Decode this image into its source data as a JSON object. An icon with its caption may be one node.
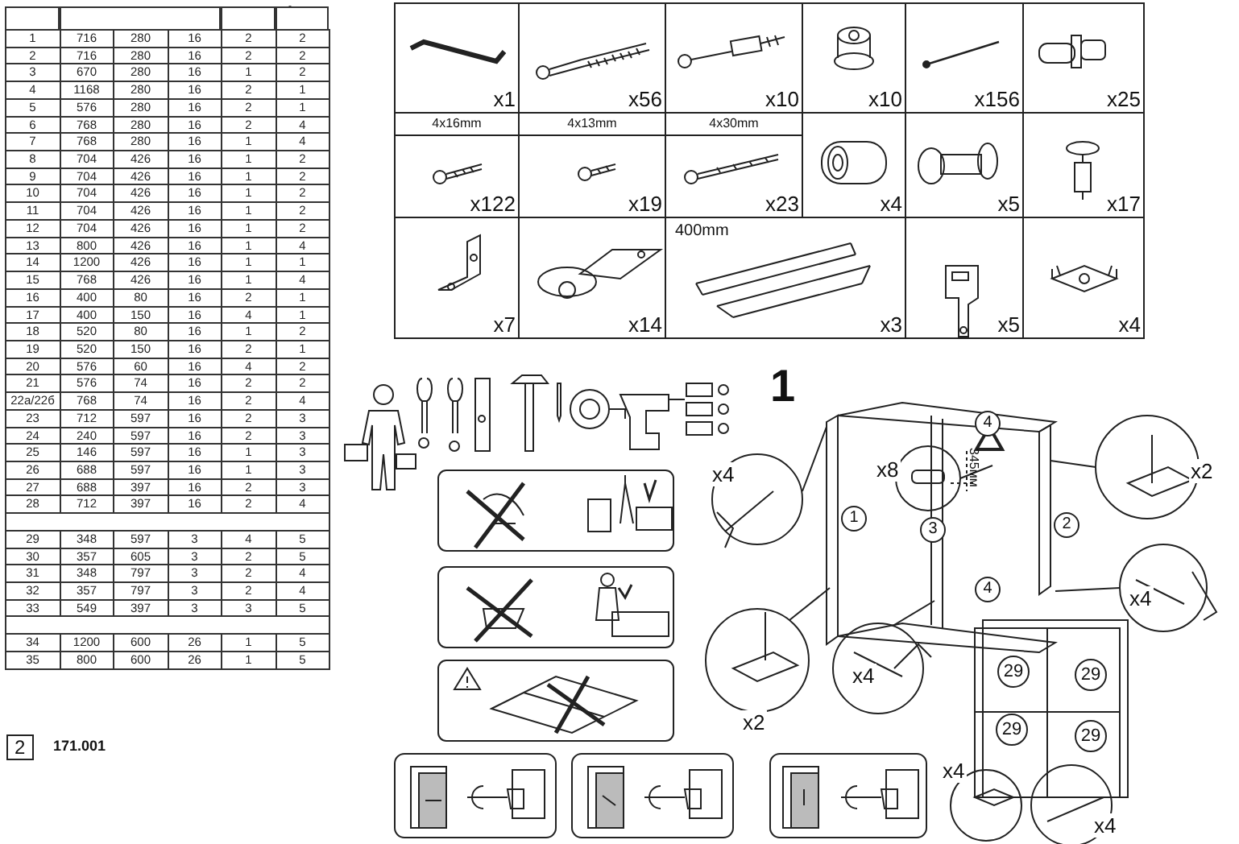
{
  "diagram": {
    "labels": [
      "1",
      "716",
      "280",
      "16",
      "2",
      "2",
      "2",
      "716",
      "280",
      "16",
      "2",
      "2",
      "3",
      "670",
      "280",
      "16",
      "1",
      "2",
      "4",
      "1168",
      "280",
      "16",
      "2",
      "1",
      "5",
      "576",
      "280",
      "16",
      "2",
      "1",
      "6",
      "768",
      "280",
      "16",
      "2",
      "4",
      "7",
      "768",
      "280",
      "16",
      "1",
      "4",
      "8",
      "704",
      "426",
      "16",
      "1",
      "2",
      "9",
      "704",
      "426",
      "16",
      "1",
      "2",
      "10",
      "704",
      "426",
      "16",
      "1",
      "2",
      "11",
      "704",
      "426",
      "16",
      "1",
      "2",
      "12",
      "704",
      "426",
      "16",
      "1",
      "2",
      "13",
      "800",
      "426",
      "16",
      "1",
      "4",
      "14",
      "1200",
      "426",
      "16",
      "1",
      "1",
      "15",
      "768",
      "426",
      "16",
      "1",
      "4",
      "16",
      "400",
      "80",
      "16",
      "2",
      "1",
      "17",
      "400",
      "150",
      "16",
      "4",
      "1",
      "18",
      "520",
      "80",
      "16",
      "1",
      "2",
      "19",
      "520",
      "150",
      "16",
      "2",
      "1",
      "20",
      "576",
      "60",
      "16",
      "4",
      "2",
      "21",
      "576",
      "74",
      "16",
      "2",
      "2",
      "22а/22б",
      "768",
      "74",
      "16",
      "2",
      "4",
      "23",
      "712",
      "597",
      "16",
      "2",
      "3",
      "24",
      "240",
      "597",
      "16",
      "2",
      "3",
      "25",
      "146",
      "597",
      "16",
      "1",
      "3",
      "26",
      "688",
      "597",
      "16",
      "1",
      "3",
      "27",
      "688",
      "397",
      "16",
      "2",
      "3",
      "28",
      "712",
      "397",
      "16",
      "2",
      "4",
      "29",
      "348",
      "597",
      "3",
      "4",
      "5",
      "30",
      "357",
      "605",
      "3",
      "2",
      "5",
      "31",
      "348",
      "797",
      "3",
      "2",
      "4",
      "32",
      "357",
      "797",
      "3",
      "2",
      "4",
      "33",
      "549",
      "397",
      "3",
      "3",
      "5",
      "34",
      "1200",
      "600",
      "26",
      "1",
      "5",
      "35",
      "800",
      "600",
      "26",
      "1",
      "5",
      "x1",
      "x56",
      "x10",
      "x10",
      "x156",
      "x25",
      "4x16mm",
      "4x13mm",
      "4x30mm",
      "x122",
      "x19",
      "x23",
      "x4",
      "x5",
      "x17",
      "x7",
      "x14",
      "400mm",
      "x3",
      "x5",
      "x4",
      "1",
      "4",
      "x4",
      "x8",
      "345мм",
      "x2",
      "1",
      "2",
      "3",
      "4",
      "x4",
      "x4",
      "29",
      "29",
      "x2",
      "29",
      "29",
      "x4",
      "x4",
      "2",
      "171.001"
    ]
  }
}
